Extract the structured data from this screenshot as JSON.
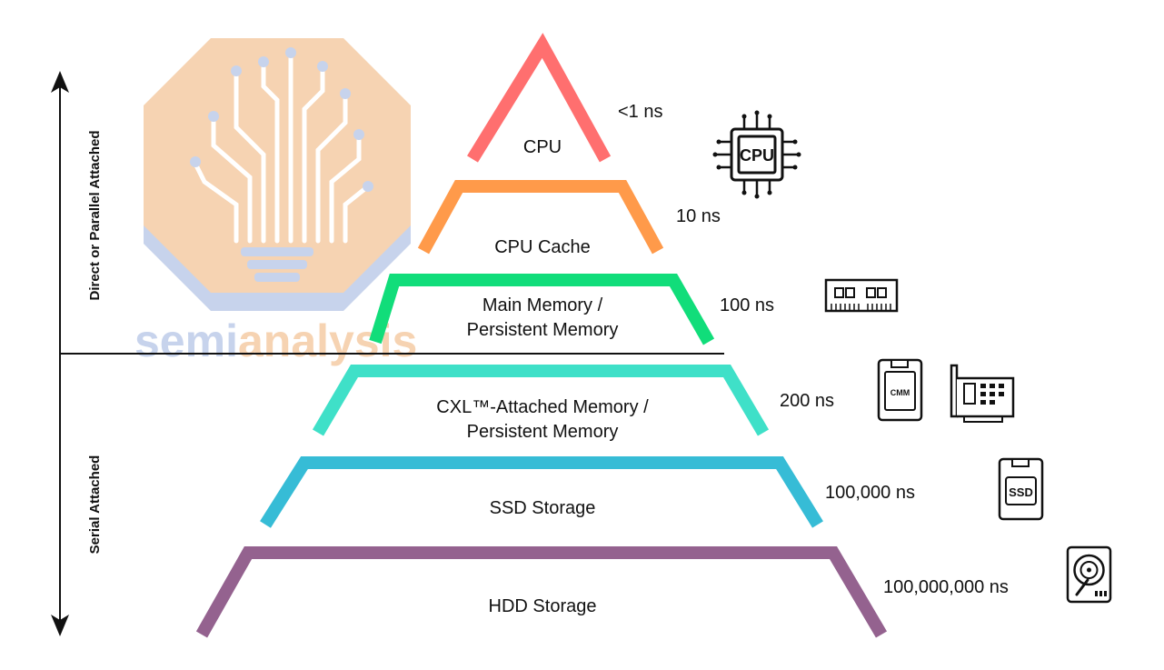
{
  "watermark": {
    "part1": "semi",
    "part2": "analysis"
  },
  "axis": {
    "upper_label": "Direct or Parallel Attached",
    "lower_label": "Serial Attached"
  },
  "tiers": [
    {
      "id": "cpu",
      "label_lines": [
        "CPU"
      ],
      "latency": "<1 ns",
      "color": "#FF6F6F",
      "icons": [
        "cpu-chip-icon"
      ]
    },
    {
      "id": "cpu-cache",
      "label_lines": [
        "CPU Cache"
      ],
      "latency": "10 ns",
      "color": "#FF9A4A",
      "icons": []
    },
    {
      "id": "main-memory",
      "label_lines": [
        "Main Memory /",
        "Persistent Memory"
      ],
      "latency": "100 ns",
      "color": "#11DD7A",
      "icons": [
        "ram-module-icon"
      ]
    },
    {
      "id": "cxl-memory",
      "label_lines": [
        "CXL™-Attached Memory /",
        "Persistent Memory"
      ],
      "latency": "200 ns",
      "color": "#3FE0C8",
      "icons": [
        "cmm-module-icon",
        "expansion-card-icon"
      ]
    },
    {
      "id": "ssd",
      "label_lines": [
        "SSD Storage"
      ],
      "latency": "100,000 ns",
      "color": "#36BCD6",
      "icons": [
        "ssd-icon"
      ]
    },
    {
      "id": "hdd",
      "label_lines": [
        "HDD Storage"
      ],
      "latency": "100,000,000 ns",
      "color": "#94628F",
      "icons": [
        "hdd-icon"
      ]
    }
  ],
  "icon_text": {
    "cpu": "CPU",
    "cmm": "CMM",
    "ssd": "SSD"
  },
  "colors": {
    "watermark_orange": "#F6D3B2",
    "watermark_blue": "#C7D3EC",
    "divider": "#111111"
  }
}
